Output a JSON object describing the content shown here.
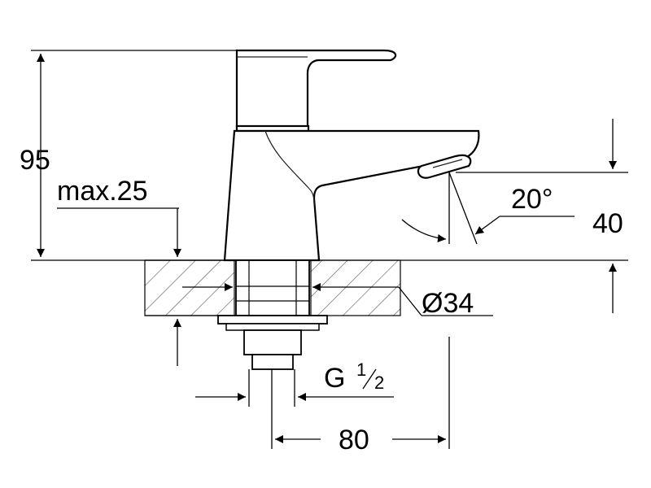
{
  "dimensions": {
    "height_total": "95",
    "max_deck_thickness": "max.25",
    "spout_angle": "20°",
    "spout_height": "40",
    "hole_diameter": "Ø34",
    "thread_prefix": "G",
    "thread_num": "1",
    "thread_den": "2",
    "projection": "80"
  }
}
